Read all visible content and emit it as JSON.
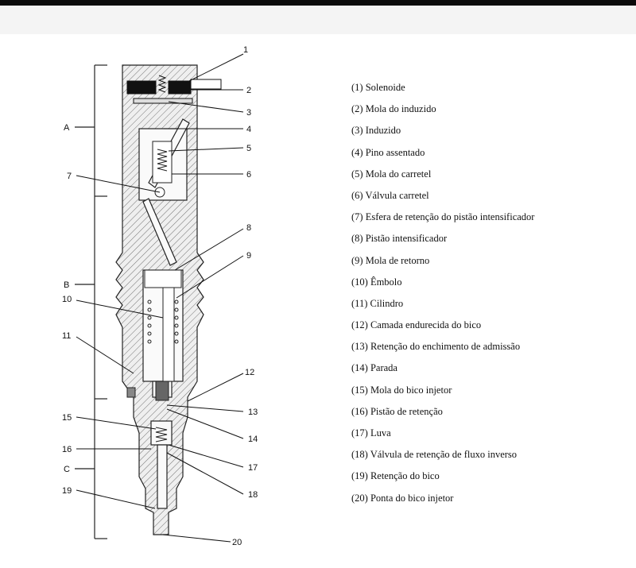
{
  "diagram": {
    "sections": [
      "A",
      "B",
      "C"
    ],
    "callouts": [
      "1",
      "2",
      "3",
      "4",
      "5",
      "6",
      "7",
      "8",
      "9",
      "10",
      "11",
      "12",
      "13",
      "14",
      "15",
      "16",
      "17",
      "18",
      "19",
      "20"
    ]
  },
  "legend": [
    {
      "label": "(1) Solenoide"
    },
    {
      "label": "(2) Mola do induzido"
    },
    {
      "label": "(3) Induzido"
    },
    {
      "label": "(4) Pino assentado"
    },
    {
      "label": "(5) Mola do carretel"
    },
    {
      "label": "(6) Válvula carretel"
    },
    {
      "label": "(7) Esfera de retenção do pistão intensificador"
    },
    {
      "label": "(8) Pistão intensificador"
    },
    {
      "label": "(9) Mola de retorno"
    },
    {
      "label": "(10) Êmbolo"
    },
    {
      "label": "(11) Cilindro"
    },
    {
      "label": "(12) Camada endurecida do bico"
    },
    {
      "label": "(13) Retenção do enchimento de admissão"
    },
    {
      "label": "(14) Parada"
    },
    {
      "label": "(15) Mola do bico injetor"
    },
    {
      "label": "(16) Pistão de retenção"
    },
    {
      "label": "(17) Luva"
    },
    {
      "label": "(18) Válvula de retenção de fluxo inverso"
    },
    {
      "label": "(19) Retenção do bico"
    },
    {
      "label": "(20) Ponta do bico injetor"
    }
  ]
}
